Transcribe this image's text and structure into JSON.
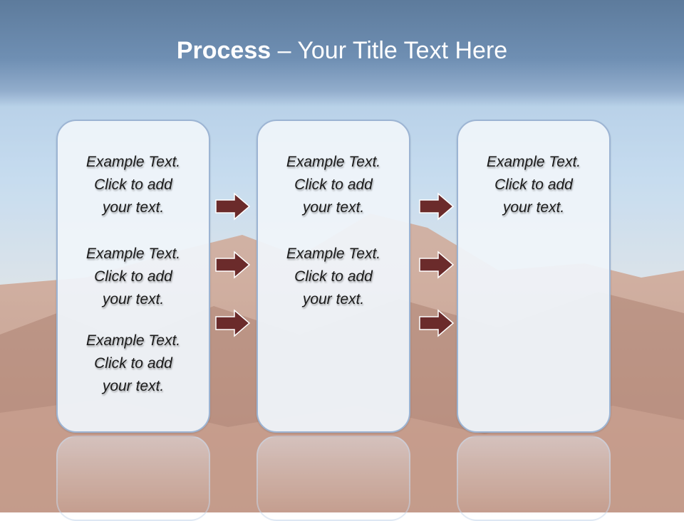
{
  "title": {
    "bold": "Process",
    "rest": " – Your Title Text Here"
  },
  "boxes": [
    {
      "blocks": [
        [
          "Example Text.",
          "Click  to add",
          "your text."
        ],
        [
          "Example Text.",
          "Click  to add",
          "your text."
        ],
        [
          "Example Text.",
          "Click  to add",
          "your text."
        ]
      ]
    },
    {
      "blocks": [
        [
          "Example Text.",
          "Click  to add",
          "your text."
        ],
        [
          "Example Text.",
          "Click  to add",
          "your text."
        ]
      ]
    },
    {
      "blocks": [
        [
          "Example Text.",
          "Click  to add",
          "your text."
        ]
      ]
    }
  ],
  "colors": {
    "arrow_fill": "#6b2b2b",
    "box_border": "#9cb4d3",
    "title_band": "#6f8fb3"
  }
}
